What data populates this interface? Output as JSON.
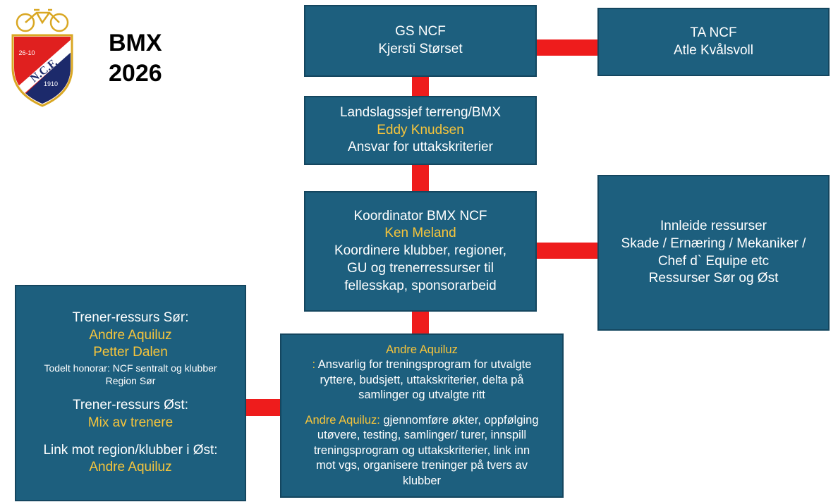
{
  "header": {
    "title_line1": "BMX",
    "title_line2": "2026"
  },
  "logo": {
    "text_top_left": "26-10",
    "text_initials": "N.C.F.",
    "text_bottom": "1910",
    "colors": {
      "red": "#e0201f",
      "navy": "#1c2a6b",
      "gold": "#d9a723",
      "white": "#ffffff"
    }
  },
  "colors": {
    "box_fill": "#1d5f7e",
    "box_border": "#14465f",
    "connector": "#ee1c1c",
    "highlight_text": "#f7c53b"
  },
  "boxes": {
    "gs": {
      "line1": "GS NCF",
      "line2": "Kjersti Størset"
    },
    "ta": {
      "line1": "TA NCF",
      "line2": "Atle Kvålsvoll"
    },
    "landslag": {
      "line1": "Landslagssjef terreng/BMX",
      "name": "Eddy Knudsen",
      "line3": "Ansvar for uttakskriterier"
    },
    "koordinator": {
      "line1": "Koordinator BMX NCF",
      "name": "Ken Meland",
      "desc1": "Koordinere klubber, regioner,",
      "desc2": "GU og trenerressurser til",
      "desc3": "fellesskap, sponsorarbeid"
    },
    "innleide": {
      "line1": "Innleide ressurser",
      "line2": "Skade / Ernæring / Mekaniker /",
      "line3": "Chef d` Equipe etc",
      "line4": "Ressurser Sør og Øst"
    },
    "trener": {
      "sor_title": "Trener-ressurs Sør:",
      "sor_name1": "Andre Aquiluz",
      "sor_name2": "Petter Dalen",
      "sor_note1": "Todelt honorar: NCF sentralt og klubber",
      "sor_note2": "Region Sør",
      "ost_title": "Trener-ressurs Øst:",
      "ost_value": "Mix av trenere",
      "link_title": "Link mot region/klubber i Øst:",
      "link_name": "Andre Aquiluz"
    },
    "andre": {
      "name1": "Andre Aquiluz",
      "colon": ":",
      "p1_first": " Ansvarlig for treningsprogram for utvalgte",
      "p1_line2": "ryttere, budsjett, uttakskriterier, delta på",
      "p1_line3": "samlinger og utvalgte ritt",
      "name2": "Andre Aquiluz:",
      "p2_first": " gjennomføre økter, oppfølging",
      "p2_line2": "utøvere, testing, samlinger/ turer, innspill",
      "p2_line3": "treningsprogram og uttakskriterier, link inn",
      "p2_line4": "mot vgs, organisere treninger på tvers av",
      "p2_line5": "klubber"
    }
  }
}
